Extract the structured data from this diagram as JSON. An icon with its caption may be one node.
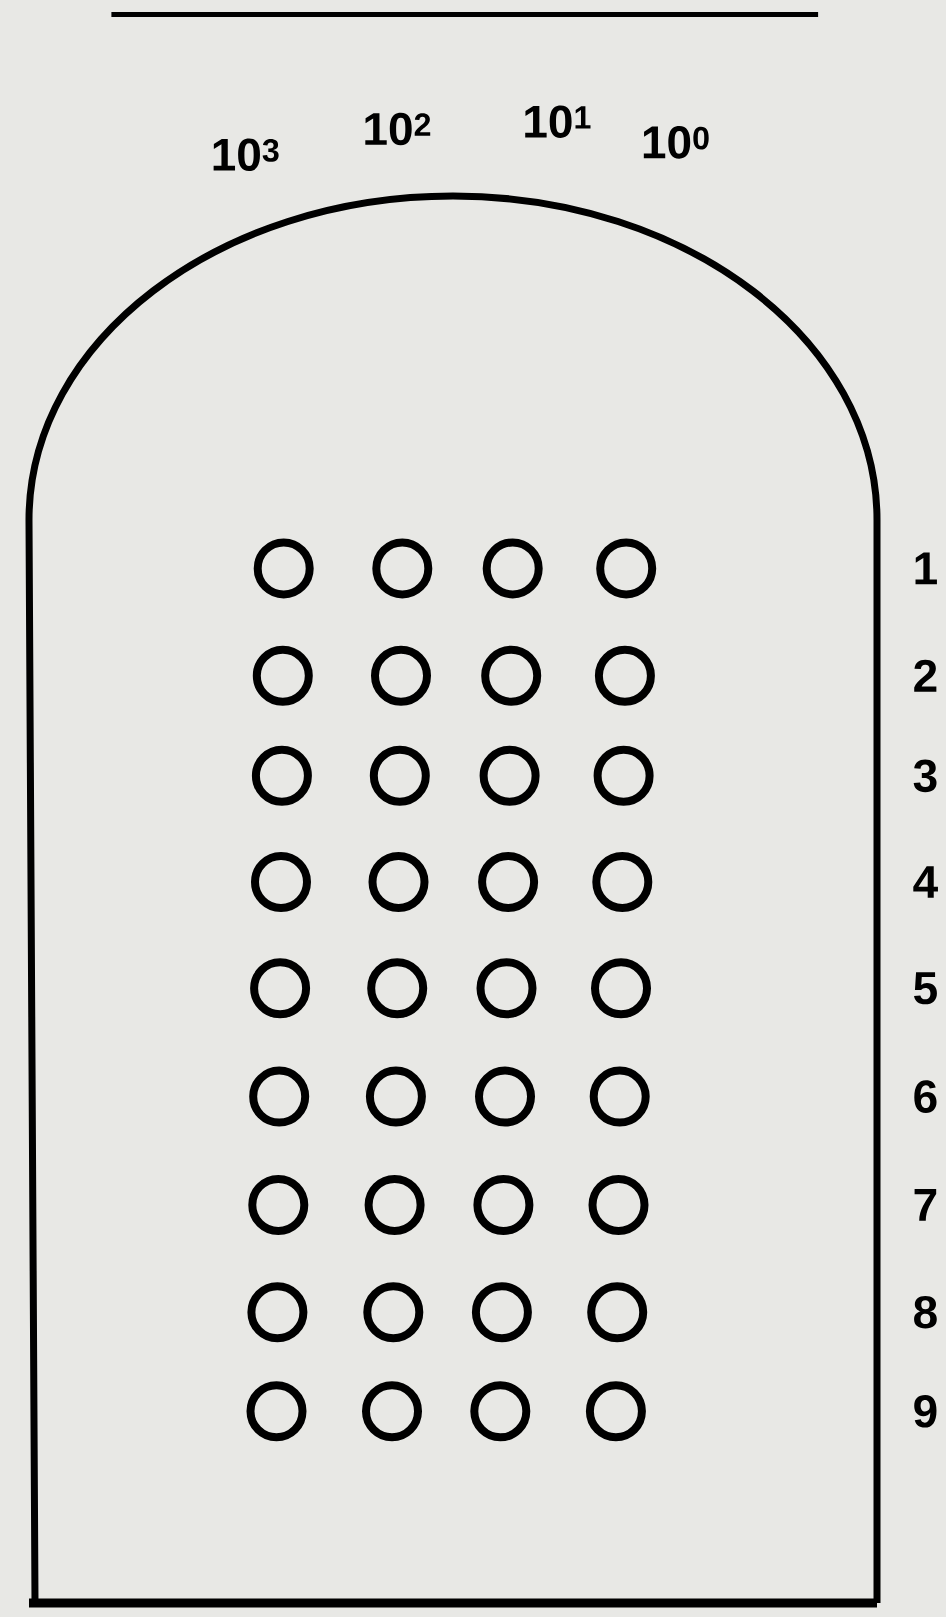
{
  "diagram": {
    "labels": [
      "10$^{3}$",
      "10$^{2}$",
      "10$^{1}$",
      "10$^{0}$",
      "1",
      "2",
      "3",
      "4",
      "5",
      "6",
      "7",
      "8",
      "9"
    ]
  }
}
